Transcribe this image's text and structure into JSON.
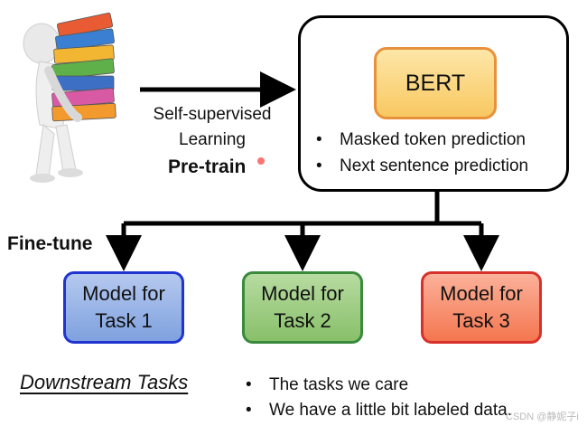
{
  "bert": {
    "title": "BERT",
    "bullets": [
      "Masked token prediction",
      "Next sentence prediction"
    ]
  },
  "pretrain": {
    "method_line1": "Self-supervised",
    "method_line2": "Learning",
    "label": "Pre-train"
  },
  "finetune": {
    "label": "Fine-tune"
  },
  "tasks": [
    {
      "line1": "Model for",
      "line2": "Task 1"
    },
    {
      "line1": "Model for",
      "line2": "Task 2"
    },
    {
      "line1": "Model for",
      "line2": "Task 3"
    }
  ],
  "downstream": {
    "title": "Downstream Tasks",
    "bullets": [
      "The tasks we care",
      "We have a little bit labeled data."
    ]
  },
  "watermark": "CSDN @静妮子i",
  "colors": {
    "bert_fill": "#f8c861",
    "bert_border": "#e8913a",
    "task1": "#1f34d0",
    "task2": "#3a8a3c",
    "task3": "#d8302a"
  }
}
